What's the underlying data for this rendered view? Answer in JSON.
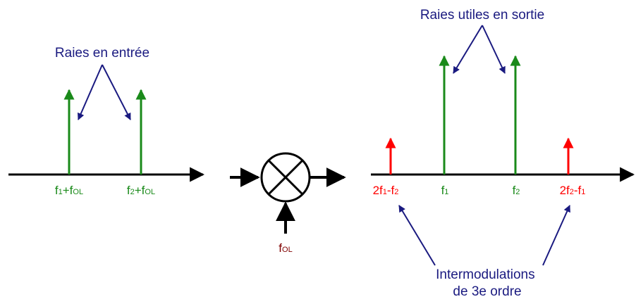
{
  "input_spectrum": {
    "annotation": "Raies en entrée",
    "tick_labels": [
      {
        "main": "f",
        "sub1": "1",
        "mid": "+f",
        "sub2": "OL"
      },
      {
        "main": "f",
        "sub1": "2",
        "mid": "+f",
        "sub2": "OL"
      }
    ]
  },
  "mixer": {
    "lo_label": {
      "main": "f",
      "sub": "OL"
    }
  },
  "output_spectrum": {
    "annotation_top": "Raies utiles en sortie",
    "annotation_bottom": [
      "Intermodulations",
      "de 3e ordre"
    ],
    "tick_labels": [
      {
        "pre": "2f",
        "sub1": "1",
        "mid": "-f",
        "sub2": "2"
      },
      {
        "pre": "f",
        "sub1": "1"
      },
      {
        "pre": "f",
        "sub1": "2"
      },
      {
        "pre": "2f",
        "sub1": "2",
        "mid": "-f",
        "sub2": "1"
      }
    ]
  },
  "colors": {
    "axis": "#000000",
    "useful_line": "#1a8a1a",
    "intermod_line": "#ff0000",
    "annotation": "#1a1a80",
    "lo_label": "#800000"
  }
}
